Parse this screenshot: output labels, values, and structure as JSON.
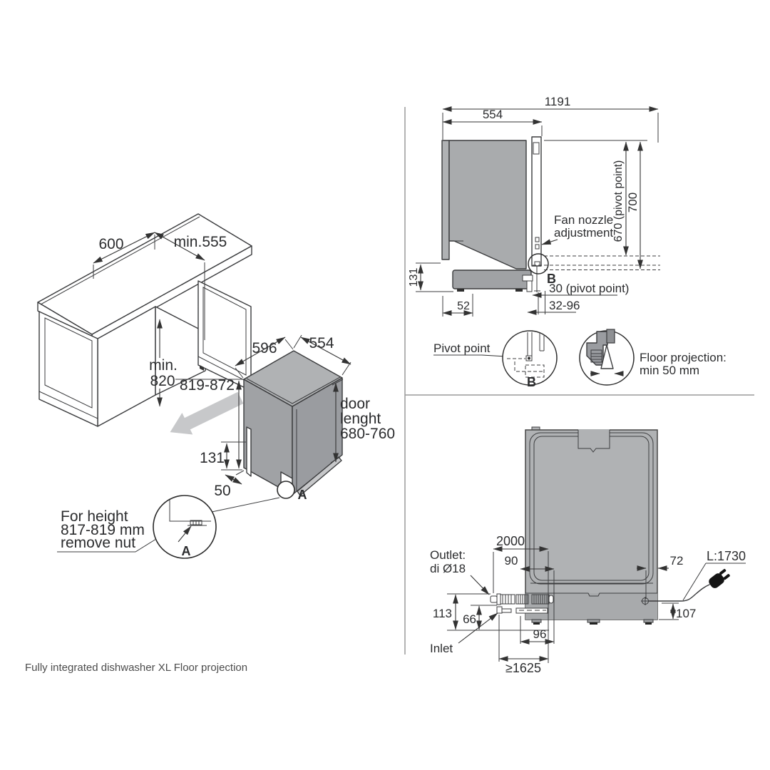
{
  "accent_colors": {
    "body_gray": "#a9abad",
    "light_gray": "#c6c7c9",
    "line": "#3a3b3d"
  },
  "caption": "Fully integrated dishwasher XL Floor projection",
  "left_diagram": {
    "cabinet_depth": "600",
    "niche_width": "min.555",
    "niche_height_line1": "min.",
    "niche_height_line2": "820",
    "dw_width": "596",
    "dw_depth": "554",
    "dw_height": "819-872",
    "door_label_line1": "door",
    "door_label_line2": "lenght",
    "door_label_line3": "680-760",
    "base_height": "131",
    "toe_depth": "50",
    "detail_ref": "A",
    "detail_circle_label": "A",
    "note_line1": "For height",
    "note_line2": "817-819 mm",
    "note_line3": "remove nut"
  },
  "side_diagram": {
    "total_depth": "1191",
    "body_depth": "554",
    "pivot_height": "670 (pivot point)",
    "top_height": "700",
    "base_height": "131",
    "back_offset": "52",
    "pivot_offset": "30 (pivot point)",
    "adjust_range": "32-96",
    "fan_line1": "Fan nozzle",
    "fan_line2": "adjustment",
    "detail_ref": "B"
  },
  "details_row": {
    "pivot_label": "Pivot point",
    "detail_circle_label": "B",
    "floor_line1": "Floor projection:",
    "floor_line2": "min 50 mm"
  },
  "back_diagram": {
    "drain_length": "2000",
    "drain_side": "90",
    "cord_side": "72",
    "cord_length": "L:1730",
    "outlet_line1": "Outlet:",
    "outlet_line2": "di Ø18",
    "outlet_height": "113",
    "inlet_height": "66",
    "inlet_side": "96",
    "cord_height": "107",
    "inlet_min_length": "≥1625",
    "inlet_label": "Inlet"
  }
}
